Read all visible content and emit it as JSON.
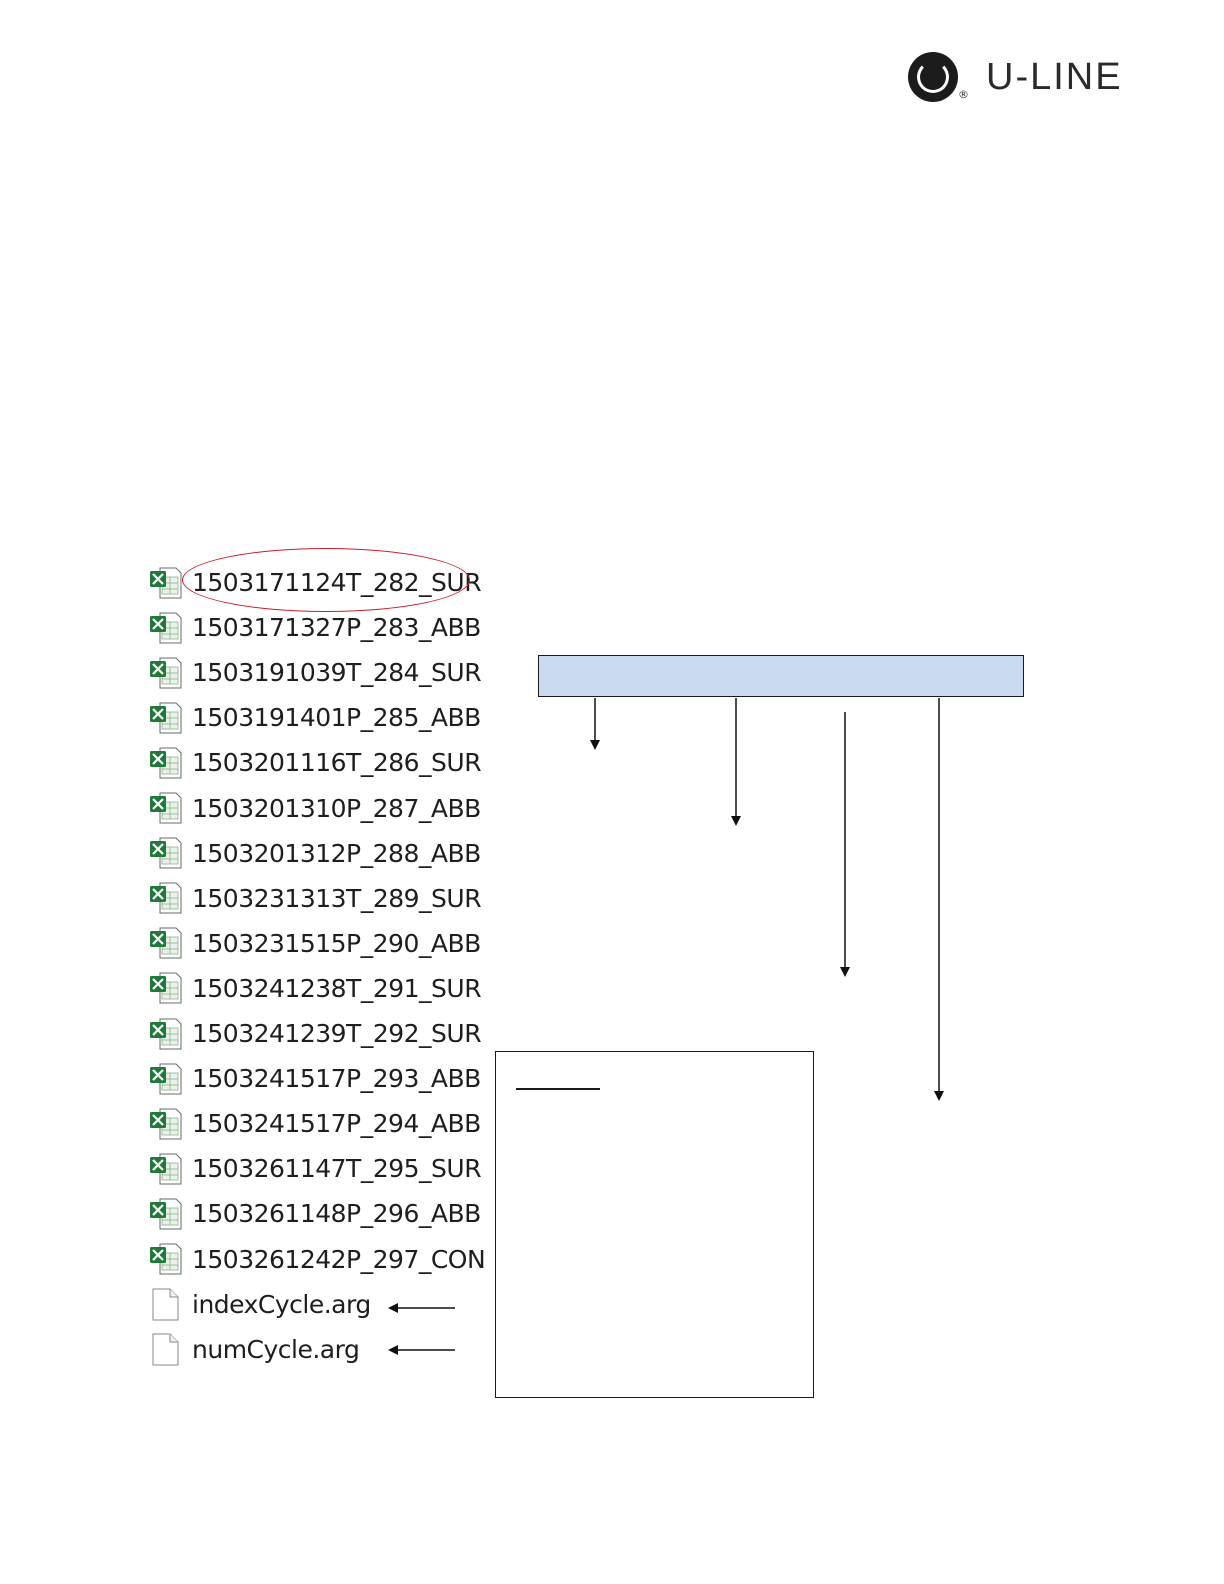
{
  "logo": {
    "brand": "U-LINE",
    "registered": "®"
  },
  "files": [
    {
      "name": "1503171124T_282_SUR",
      "type": "excel",
      "icon": "excel-file-icon"
    },
    {
      "name": "1503171327P_283_ABB",
      "type": "excel",
      "icon": "excel-file-icon"
    },
    {
      "name": "1503191039T_284_SUR",
      "type": "excel",
      "icon": "excel-file-icon"
    },
    {
      "name": "1503191401P_285_ABB",
      "type": "excel",
      "icon": "excel-file-icon"
    },
    {
      "name": "1503201116T_286_SUR",
      "type": "excel",
      "icon": "excel-file-icon"
    },
    {
      "name": "1503201310P_287_ABB",
      "type": "excel",
      "icon": "excel-file-icon"
    },
    {
      "name": "1503201312P_288_ABB",
      "type": "excel",
      "icon": "excel-file-icon"
    },
    {
      "name": "1503231313T_289_SUR",
      "type": "excel",
      "icon": "excel-file-icon"
    },
    {
      "name": "1503231515P_290_ABB",
      "type": "excel",
      "icon": "excel-file-icon"
    },
    {
      "name": "1503241238T_291_SUR",
      "type": "excel",
      "icon": "excel-file-icon"
    },
    {
      "name": "1503241239T_292_SUR",
      "type": "excel",
      "icon": "excel-file-icon"
    },
    {
      "name": "1503241517P_293_ABB",
      "type": "excel",
      "icon": "excel-file-icon"
    },
    {
      "name": "1503241517P_294_ABB",
      "type": "excel",
      "icon": "excel-file-icon"
    },
    {
      "name": "1503261147T_295_SUR",
      "type": "excel",
      "icon": "excel-file-icon"
    },
    {
      "name": "1503261148P_296_ABB",
      "type": "excel",
      "icon": "excel-file-icon"
    },
    {
      "name": "1503261242P_297_CON",
      "type": "excel",
      "icon": "excel-file-icon"
    },
    {
      "name": "indexCycle.arg",
      "type": "generic",
      "icon": "blank-file-icon"
    },
    {
      "name": "numCycle.arg",
      "type": "generic",
      "icon": "blank-file-icon"
    }
  ],
  "colors": {
    "highlight": "#c8202a",
    "bar_fill": "#c9daf1",
    "excel_green": "#1f7a3a"
  }
}
